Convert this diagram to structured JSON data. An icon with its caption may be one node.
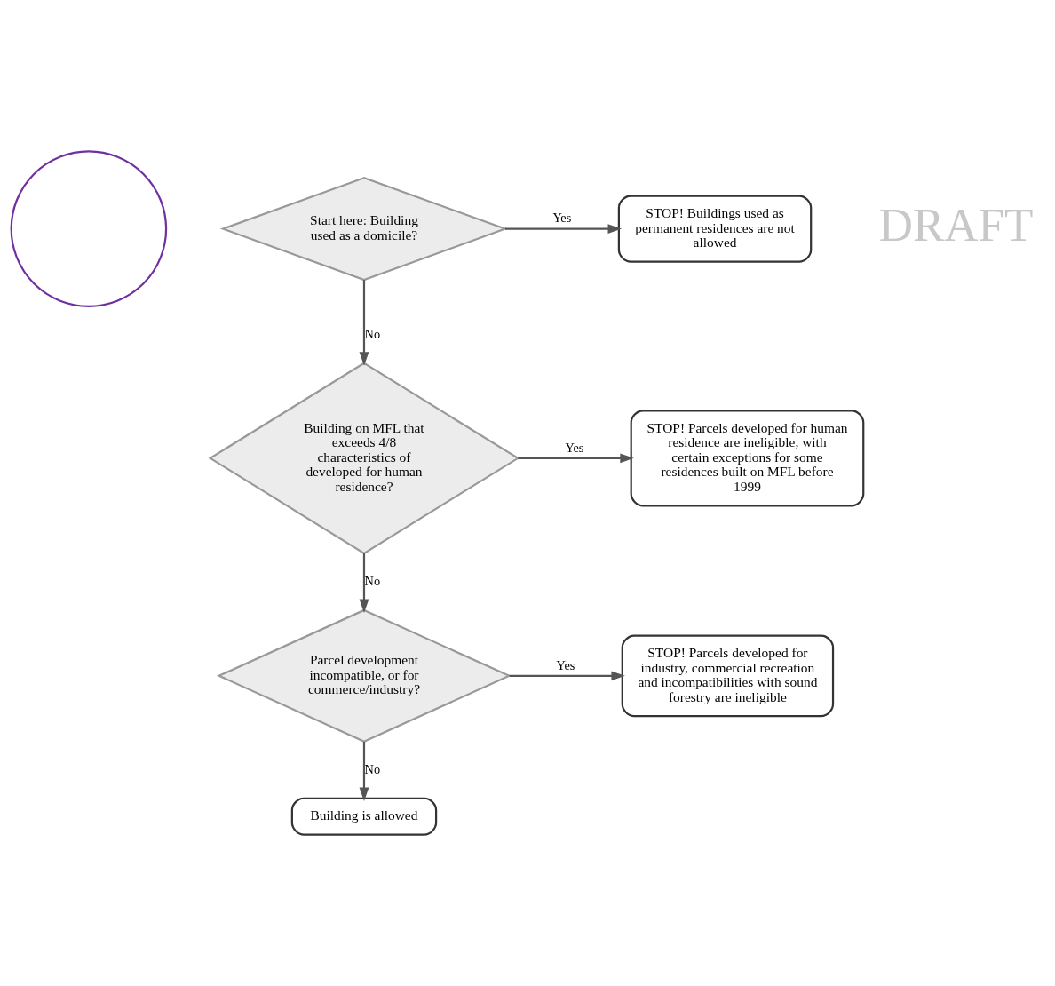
{
  "diagram": {
    "nodes": [
      {
        "text": [],
        "shape": "circle"
      },
      {
        "text": [
          "Start here: Building used as a domicile?"
        ]
      },
      {
        "text": [
          "STOP! Buildings used as permanent residences are not allowed"
        ]
      },
      {
        "text": [
          "Building on MFL that exceeds 4/8 characteristics of developed for human residence?"
        ]
      },
      {
        "text": [
          "STOP! Parcels developed for human residence are ineligible, with certain exceptions for some residences built on MFL before 1999"
        ]
      },
      {
        "text": [
          "Parcel development incompatible, or for commerce/industry?"
        ]
      },
      {
        "text": [
          "STOP! Parcels developed for industry, commercial recreation and incompatibilities with sound forestry are ineligible"
        ]
      },
      {
        "text": [
          "Building is allowed"
        ]
      }
    ],
    "edges": [
      {
        "from": 1,
        "to": 2,
        "label": "Yes",
        "arrow": "to"
      },
      {
        "from": 1,
        "to": 3,
        "label": "No",
        "arrow": "to"
      },
      {
        "from": 3,
        "to": 4,
        "label": "Yes",
        "arrow": "to"
      },
      {
        "from": 3,
        "to": 5,
        "label": "No",
        "arrow": "to"
      },
      {
        "from": 5,
        "to": 6,
        "label": "Yes",
        "arrow": "to"
      },
      {
        "from": 5,
        "to": 7,
        "label": "No",
        "arrow": "to"
      }
    ],
    "labels": [
      "DRAFT"
    ]
  }
}
